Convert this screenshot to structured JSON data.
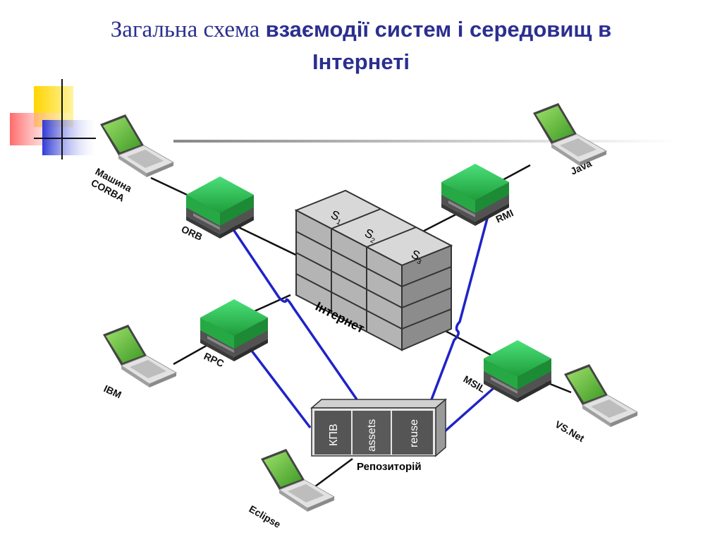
{
  "title": {
    "part1": "Загальна схема ",
    "part2": "взаємодії систем і середовищ в",
    "part3": "Інтернеті"
  },
  "nodes": {
    "corba_machine_line1": "Машина",
    "corba_machine_line2": "CORBA",
    "orb": "ORB",
    "java": "Java",
    "rmi": "RMI",
    "ibm": "IBM",
    "rpc": "RPC",
    "msil": "MSIL",
    "vsnet": "VS.Net",
    "eclipse": "Eclipse",
    "internet": "Інтернет",
    "repository": "Репозиторій"
  },
  "servers": [
    {
      "letter": "S",
      "index": "1"
    },
    {
      "letter": "S",
      "index": "2"
    },
    {
      "letter": "S",
      "index": "3"
    }
  ],
  "repository_cells": [
    "КПВ",
    "assets",
    "reuse"
  ],
  "colors": {
    "title": "#2b2f8f",
    "link_black": "#111111",
    "link_blue": "#1f23c8",
    "hub_green": "#2fb54a",
    "laptop_screen": "#5fbf3a",
    "server_gray": "#b9b9b9",
    "repo_dark": "#555555"
  },
  "icons": [
    "laptop-icon",
    "network-hub-icon",
    "server-rack-icon",
    "repository-icon"
  ]
}
